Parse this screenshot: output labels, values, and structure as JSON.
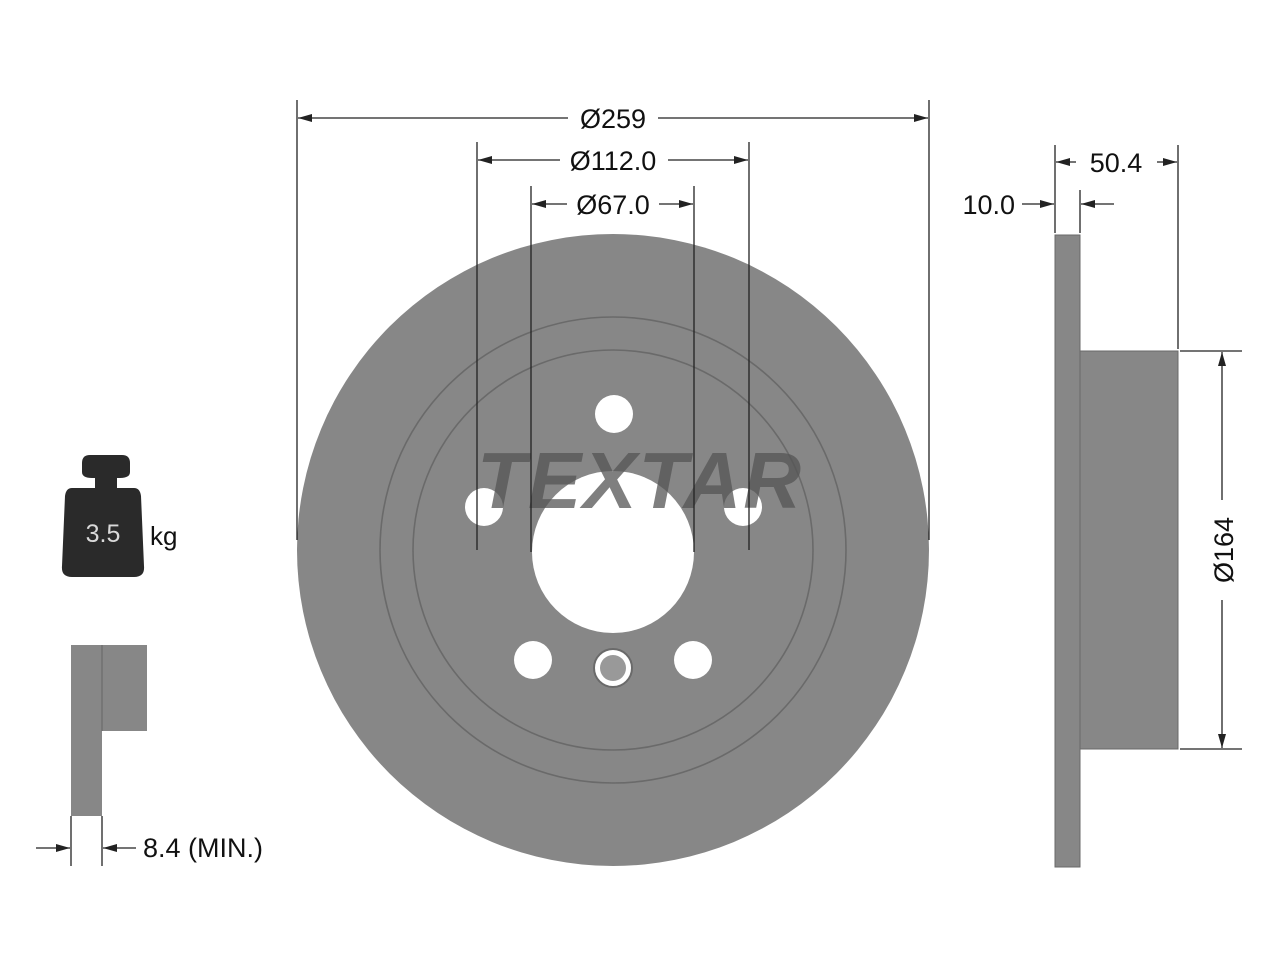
{
  "brand": {
    "name": "TEXTAR"
  },
  "dimensions": {
    "outer_diameter": "Ø259",
    "bolt_circle": "Ø112.0",
    "center_bore": "Ø67.0",
    "total_height": "50.4",
    "thickness": "10.0",
    "hat_diameter": "Ø164",
    "min_thickness": "8.4 (MIN.)"
  },
  "weight": {
    "value": "3.5",
    "unit": "kg"
  },
  "colors": {
    "disc": "#878787",
    "line": "#222222",
    "background": "#ffffff",
    "logo": "#555555"
  },
  "icons": [
    "weight-icon",
    "min-thickness-icon"
  ]
}
